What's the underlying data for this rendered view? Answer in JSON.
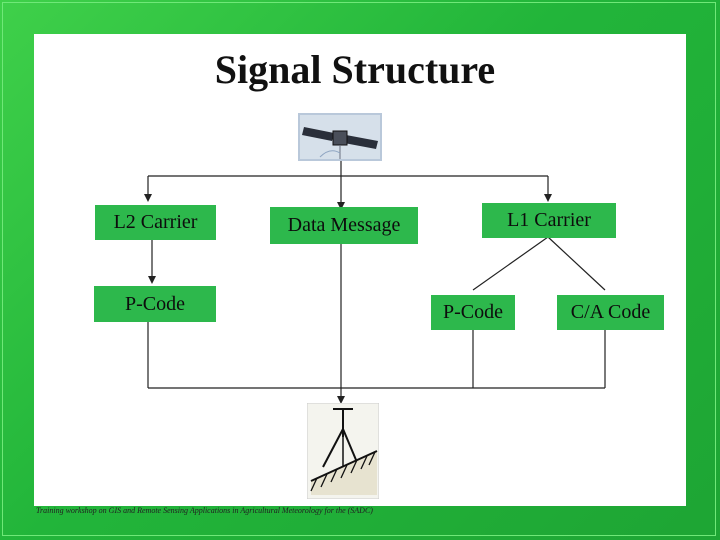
{
  "slide": {
    "title": "Signal Structure",
    "footer": "Training workshop on GIS and Remote Sensing Applications in Agricultural Meteorology for the (SADC)"
  },
  "diagram": {
    "boxes": {
      "l2_carrier": "L2 Carrier",
      "data_message": "Data Message",
      "l1_carrier": "L1 Carrier",
      "p_code_left": "P-Code",
      "p_code_right": "P-Code",
      "ca_code": "C/A Code"
    },
    "images": {
      "satellite": "satellite-icon",
      "receiver": "survey-receiver-icon"
    }
  },
  "colors": {
    "slide_background": "#22b53a",
    "box_fill": "#2db84c",
    "panel": "#ffffff",
    "wire": "#222222"
  }
}
